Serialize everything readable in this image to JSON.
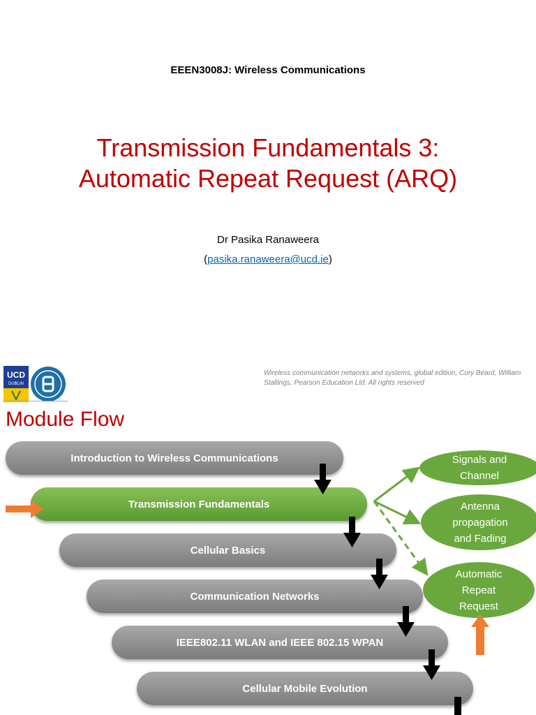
{
  "slide1": {
    "course": "EEEN3008J: Wireless Communications",
    "title_line1": "Transmission Fundamentals 3:",
    "title_line2": "Automatic Repeat Request (ARQ)",
    "author": "Dr Pasika Ranaweera",
    "email_open": "(",
    "email": "pasika.ranaweera@ucd.ie",
    "email_close": ")"
  },
  "slide2": {
    "logo_ucd": "UCD",
    "logo_ucd_sub": "DUBLIN",
    "citation": "Wireless communication networks and systems, global edition, Cory Beard, William Stallings, Pearson Education Ltd. All rights reserved",
    "title": "Module Flow",
    "modules": [
      "Introduction to Wireless Communications",
      "Transmission Fundamentals",
      "Cellular Basics",
      "Communication Networks",
      "IEEE802.11 WLAN and IEEE 802.15 WPAN",
      "Cellular Mobile Evolution"
    ],
    "subtopics": [
      [
        "Signals and",
        "Channel"
      ],
      [
        "Antenna",
        "propagation",
        "and Fading"
      ],
      [
        "Automatic",
        "Repeat",
        "Request"
      ]
    ]
  },
  "colors": {
    "title_red": "#c00000",
    "green": "#6aa83d",
    "orange": "#ed7d31",
    "gray_bar": "#8c8c8c",
    "link": "#0563c1"
  }
}
